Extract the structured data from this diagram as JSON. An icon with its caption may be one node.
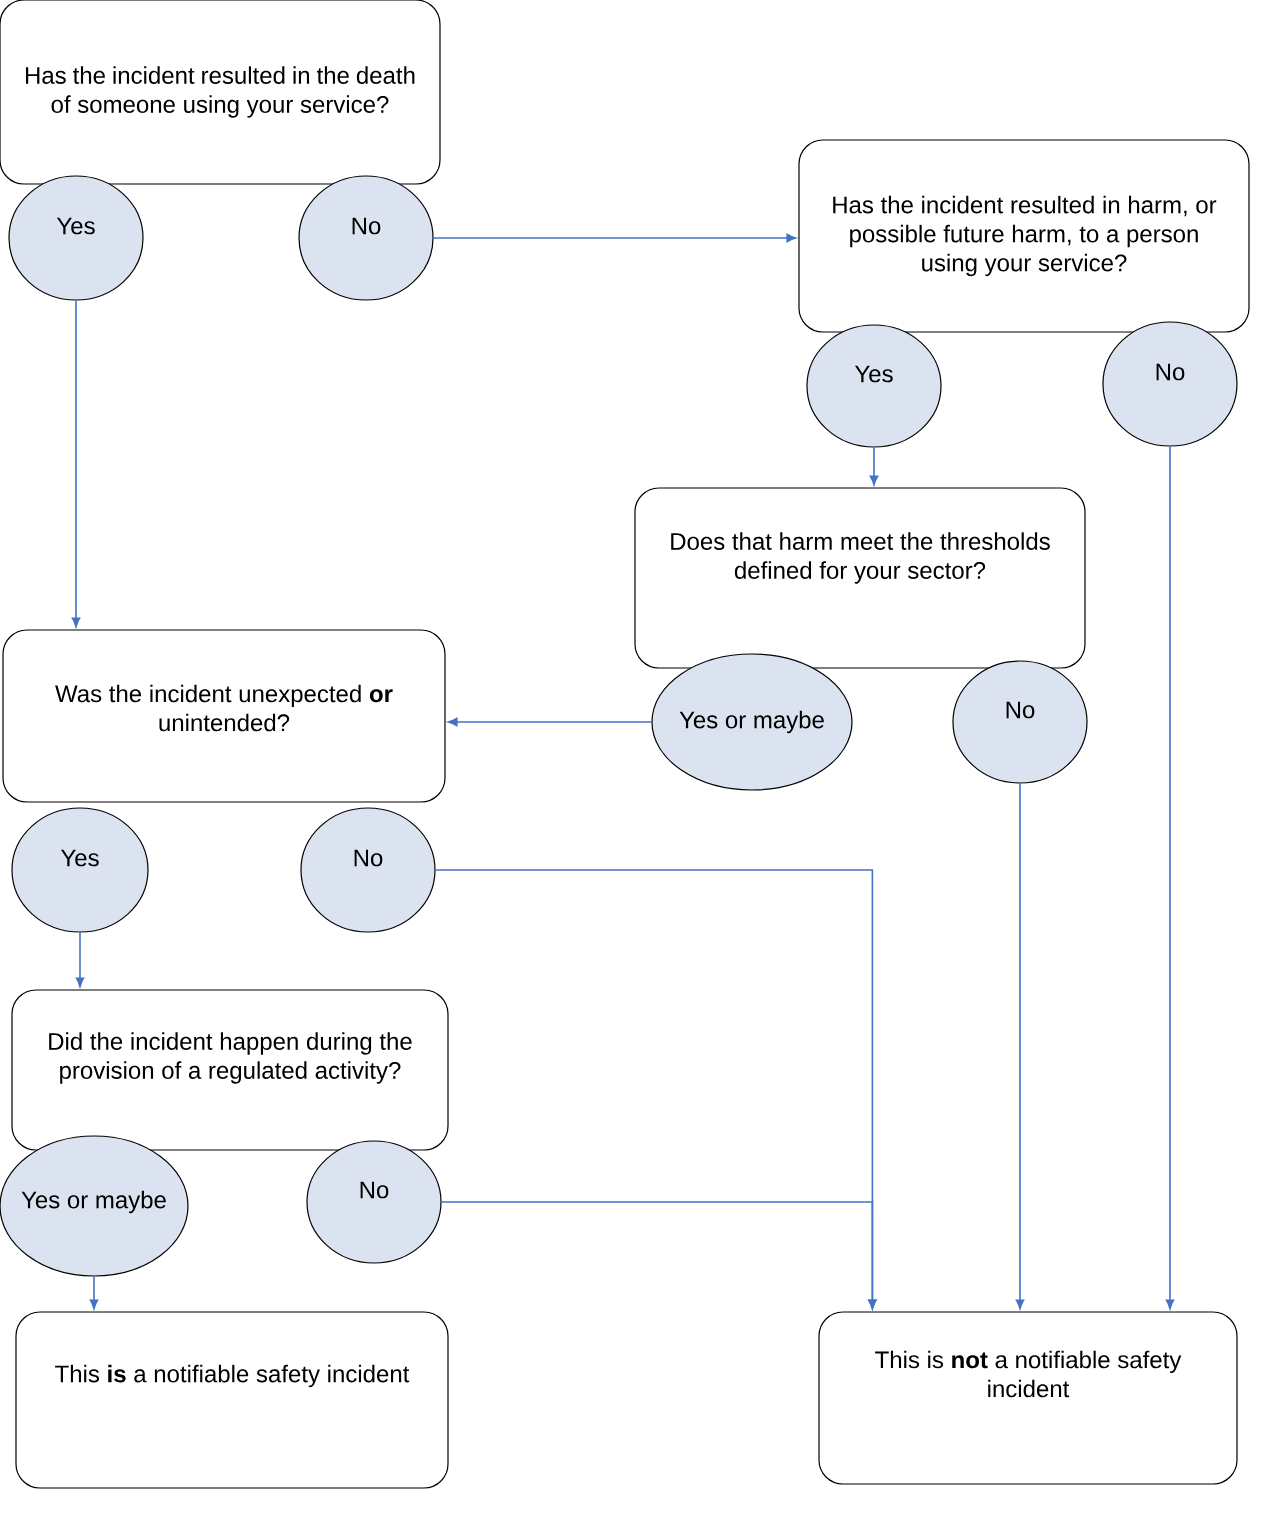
{
  "diagram": {
    "nodes": [
      {
        "text": [
          "Has the incident resulted in the death of someone using your service?"
        ]
      },
      {
        "text": [
          "Yes"
        ]
      },
      {
        "text": [
          "No"
        ]
      },
      {
        "text": [
          "Has the incident resulted in harm, or possible future harm, to a person using your service?"
        ]
      },
      {
        "text": [
          "Yes"
        ]
      },
      {
        "text": [
          "No"
        ]
      },
      {
        "text": [
          "Does that harm meet the thresholds defined for your sector?"
        ]
      },
      {
        "text": [
          "Yes or maybe"
        ]
      },
      {
        "text": [
          "No"
        ]
      },
      {
        "text": [
          "Was the incident unexpected **or** unintended?"
        ]
      },
      {
        "text": [
          "Yes"
        ]
      },
      {
        "text": [
          "No"
        ]
      },
      {
        "text": [
          "Did the incident happen during the provision of a regulated activity?"
        ]
      },
      {
        "text": [
          "Yes or maybe"
        ]
      },
      {
        "text": [
          "No"
        ]
      },
      {
        "text": [
          "This **is** a notifiable safety incident"
        ]
      },
      {
        "text": [
          "This is **not** a notifiable safety incident"
        ]
      }
    ],
    "edges": [
      {
        "from": 2,
        "to": 3,
        "arrow": "to"
      },
      {
        "from": 1,
        "to": 9,
        "arrow": "to"
      },
      {
        "from": 4,
        "to": 6,
        "arrow": "to"
      },
      {
        "from": 7,
        "to": 9,
        "arrow": "to"
      },
      {
        "from": 10,
        "to": 12,
        "arrow": "to"
      },
      {
        "from": 13,
        "to": 15,
        "arrow": "to"
      },
      {
        "from": 11,
        "to": 16,
        "arrow": "to"
      },
      {
        "from": 14,
        "to": 16,
        "arrow": "to"
      },
      {
        "from": 8,
        "to": 16,
        "arrow": "to"
      },
      {
        "from": 5,
        "to": 16,
        "arrow": "to"
      }
    ]
  }
}
